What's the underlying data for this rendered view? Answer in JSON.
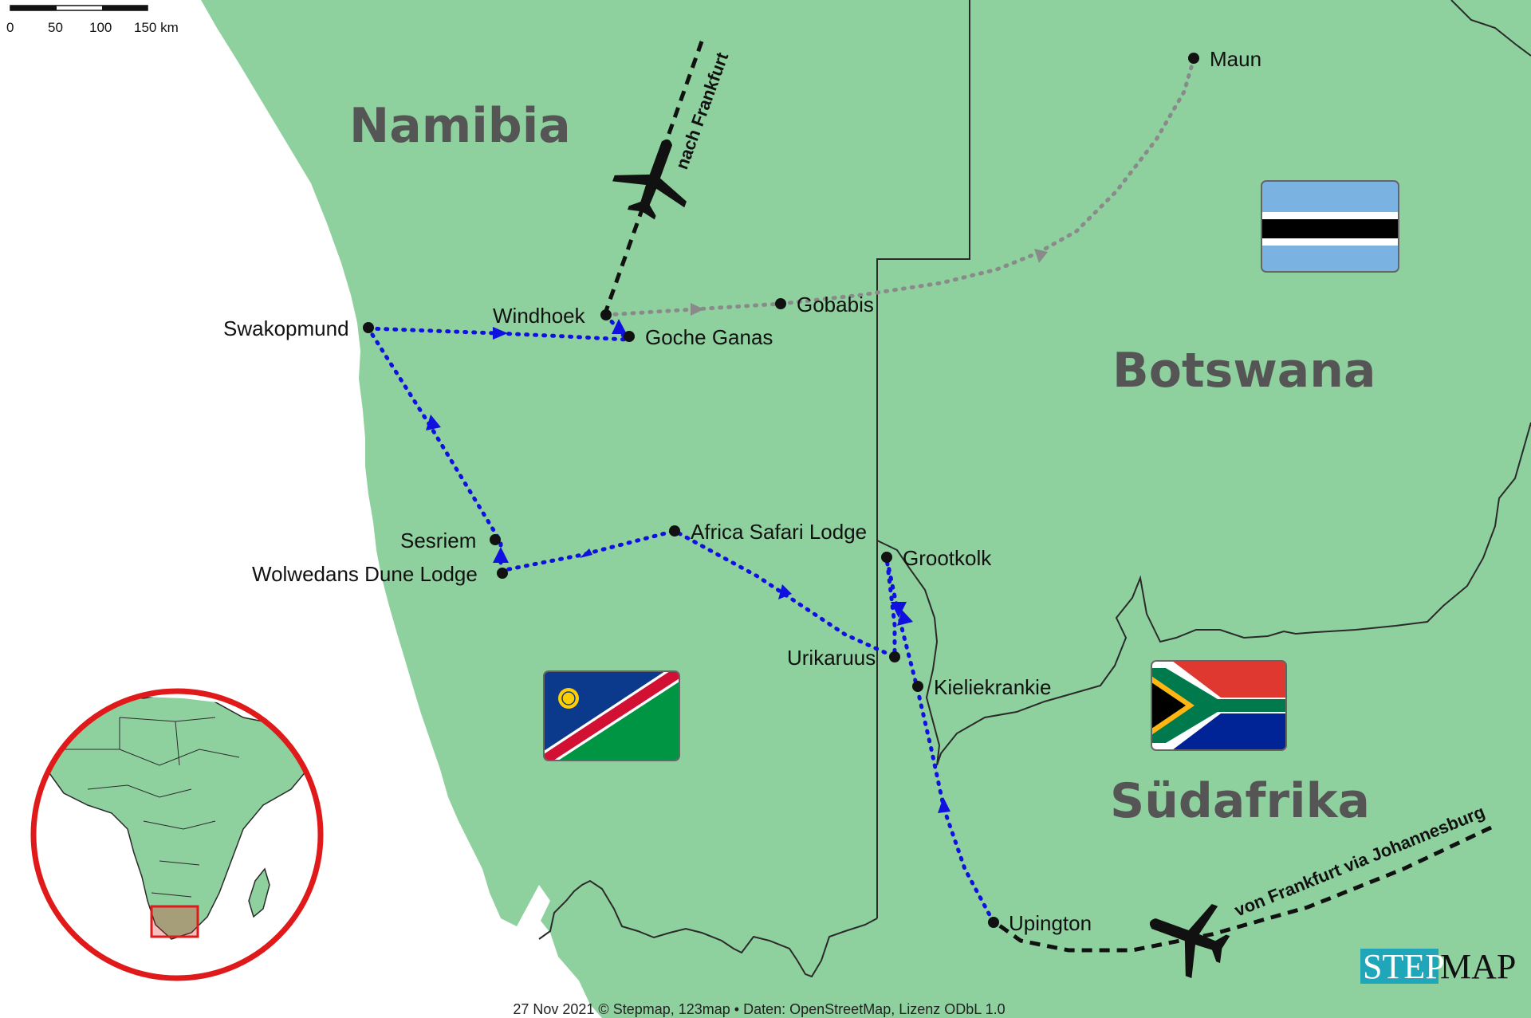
{
  "scale_bar": {
    "labels": [
      "0",
      "50",
      "100",
      "150 km"
    ]
  },
  "countries": {
    "namibia": "Namibia",
    "botswana": "Botswana",
    "suedafrika": "Südafrika"
  },
  "places": {
    "maun": "Maun",
    "windhoek": "Windhoek",
    "gobabis": "Gobabis",
    "swakopmund": "Swakopmund",
    "goche_ganas": "Goche Ganas",
    "africa_safari_lodge": "Africa Safari Lodge",
    "sesriem": "Sesriem",
    "wolwedans": "Wolwedans Dune Lodge",
    "grootkolk": "Grootkolk",
    "urikaruus": "Urikaruus",
    "kieliekrankie": "Kieliekrankie",
    "upington": "Upington"
  },
  "flights": {
    "outbound": "nach Frankfurt",
    "inbound": "von Frankfurt via Johannesburg"
  },
  "logo": {
    "part1": "STEP",
    "part2": "MAP"
  },
  "attribution": "27 Nov 2021 © Stepmap, 123map • Daten: OpenStreetMap, Lizenz ODbL 1.0",
  "colors": {
    "land": "#8fd19e",
    "sea": "#ffffff",
    "route": "#1010e0",
    "side_route": "#8a8a8a",
    "flight_route": "#111111",
    "inset_ring": "#e01a1a",
    "logo_teal": "#1fa6b8"
  },
  "flags": {
    "botswana": "flag-botswana-icon",
    "namibia": "flag-namibia-icon",
    "south_africa": "flag-south-africa-icon"
  }
}
